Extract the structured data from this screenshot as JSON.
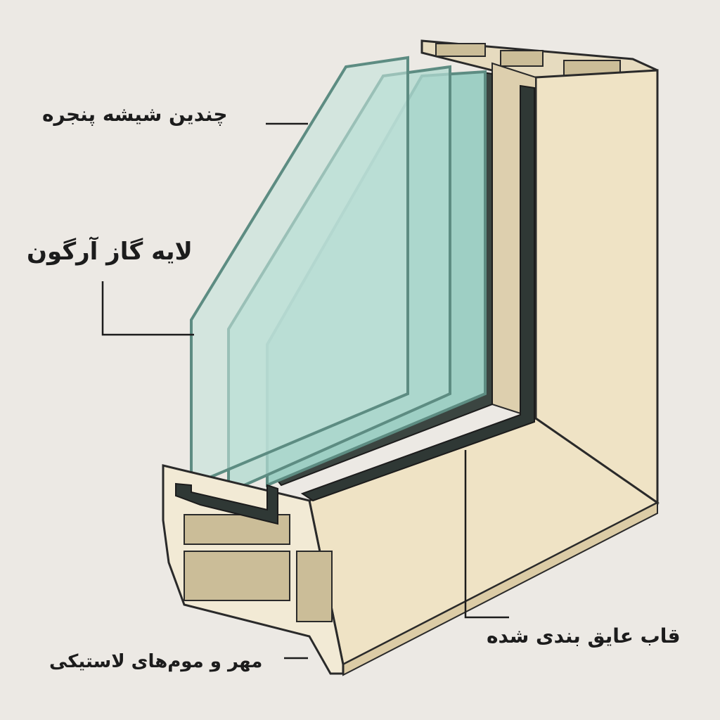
{
  "labels": {
    "panes": "چندین شیشه پنجره",
    "argon": "لایه گاز آرگون",
    "frame": "قاب عایق بندی شده",
    "seals": "مهر و موم‌های لاستیکی"
  },
  "colors": {
    "background": "#ece9e4",
    "frame_wood": "#efe3c5",
    "frame_shade": "#dccca6",
    "glass": "#a9d4ca",
    "glass_edge": "#7fb2a6",
    "seal": "#2f3835",
    "outline": "#2a2a2a"
  }
}
